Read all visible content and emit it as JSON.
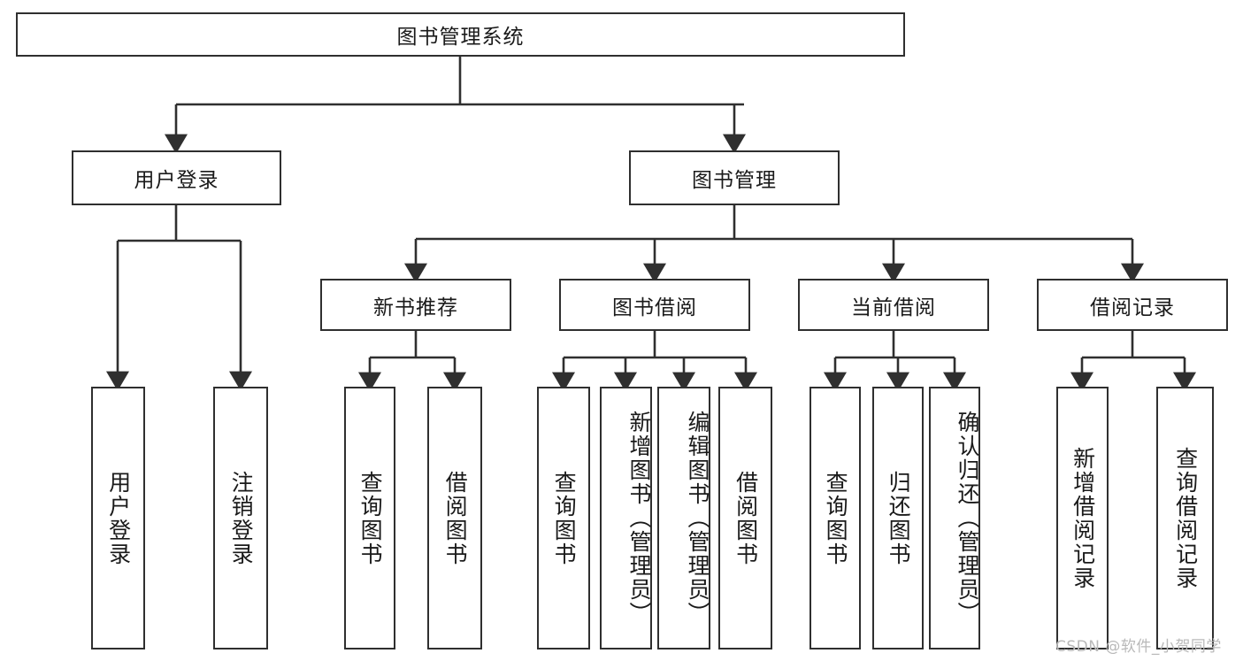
{
  "diagram": {
    "title_box": {
      "label": "图书管理系统"
    },
    "level2": [
      {
        "id": "user-login",
        "label": "用户登录"
      },
      {
        "id": "book-management",
        "label": "图书管理"
      }
    ],
    "level3": [
      {
        "id": "new-book-recommend",
        "label": "新书推荐"
      },
      {
        "id": "book-borrow",
        "label": "图书借阅"
      },
      {
        "id": "current-borrow",
        "label": "当前借阅"
      },
      {
        "id": "borrow-record",
        "label": "借阅记录"
      }
    ],
    "leaves": [
      {
        "id": "leaf-user-login",
        "label": "用户登录",
        "parent": "user-login"
      },
      {
        "id": "leaf-logout-login",
        "label": "注销登录",
        "parent": "user-login"
      },
      {
        "id": "leaf-query-book-1",
        "label": "查询图书",
        "parent": "new-book-recommend"
      },
      {
        "id": "leaf-borrow-book-1",
        "label": "借阅图书",
        "parent": "new-book-recommend"
      },
      {
        "id": "leaf-query-book-2",
        "label": "查询图书",
        "parent": "book-borrow"
      },
      {
        "id": "leaf-add-book",
        "label": "新增图书（管理员）",
        "parent": "book-borrow"
      },
      {
        "id": "leaf-edit-book",
        "label": "编辑图书（管理员）",
        "parent": "book-borrow"
      },
      {
        "id": "leaf-borrow-book-2",
        "label": "借阅图书",
        "parent": "book-borrow"
      },
      {
        "id": "leaf-query-book-3",
        "label": "查询图书",
        "parent": "current-borrow"
      },
      {
        "id": "leaf-return-book",
        "label": "归还图书",
        "parent": "current-borrow"
      },
      {
        "id": "leaf-confirm-return",
        "label": "确认归还（管理员）",
        "parent": "current-borrow"
      },
      {
        "id": "leaf-add-record",
        "label": "新增借阅记录",
        "parent": "borrow-record"
      },
      {
        "id": "leaf-query-record",
        "label": "查询借阅记录",
        "parent": "borrow-record"
      }
    ],
    "watermark": "CSDN @软件_小贺同学",
    "colors": {
      "stroke": "#2f2f2f",
      "text": "#1a1a1a",
      "background": "#ffffff",
      "watermark": "#b9b9b9"
    }
  }
}
